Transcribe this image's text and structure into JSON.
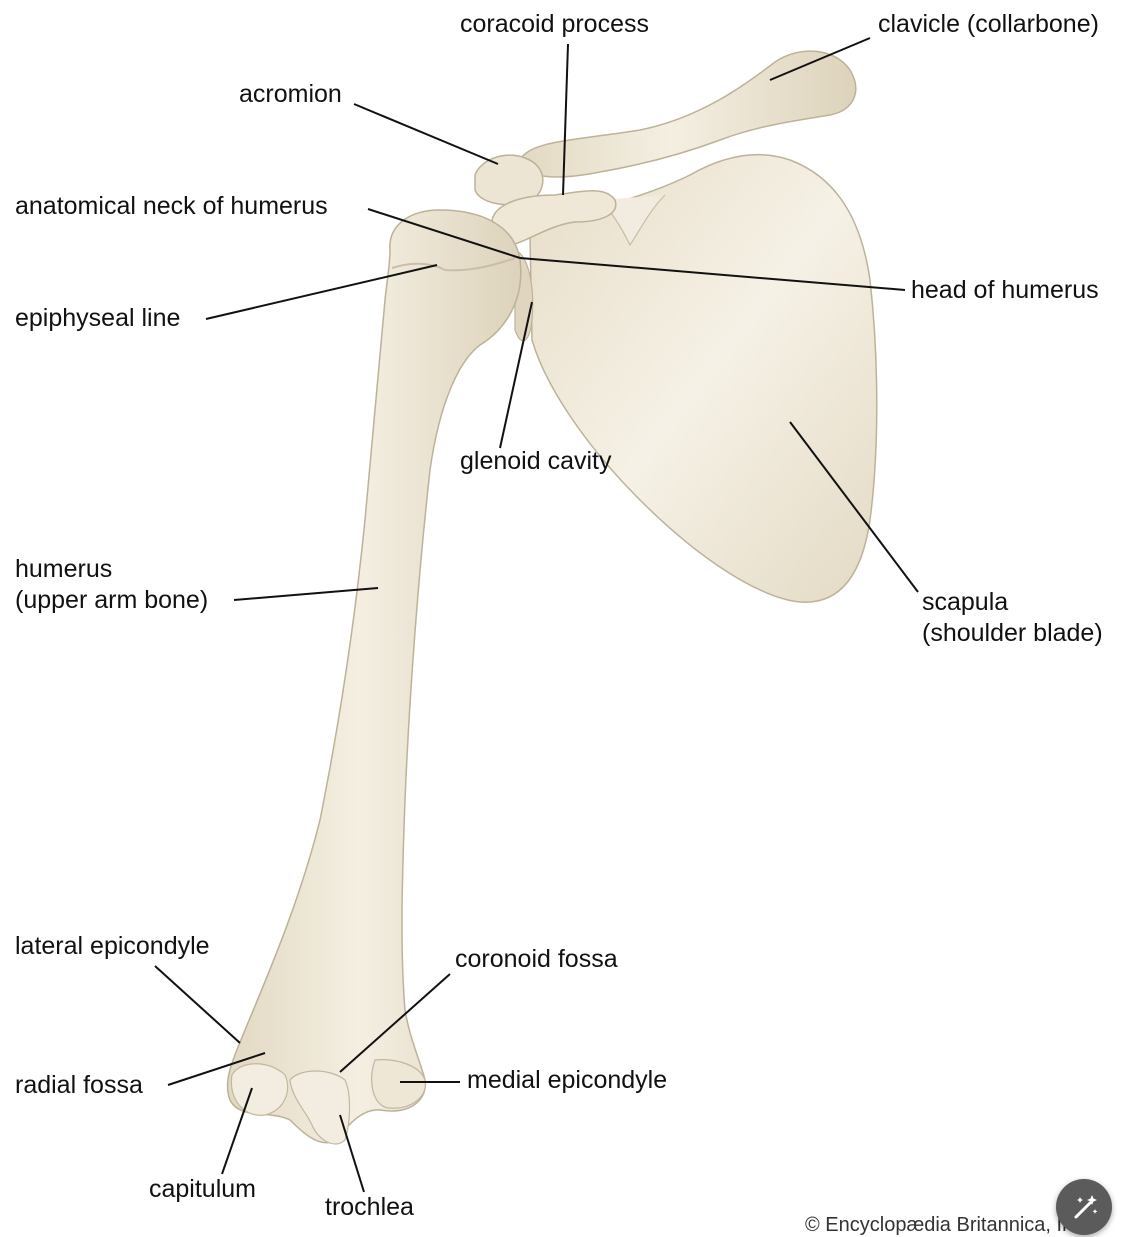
{
  "labels": {
    "coracoid_process": "coracoid process",
    "clavicle": "clavicle (collarbone)",
    "acromion": "acromion",
    "anatomical_neck": "anatomical neck of humerus",
    "head_of_humerus": "head of humerus",
    "epiphyseal_line": "epiphyseal line",
    "glenoid_cavity": "glenoid cavity",
    "humerus": "humerus",
    "humerus_sub": "(upper arm bone)",
    "scapula": "scapula",
    "scapula_sub": "(shoulder blade)",
    "lateral_epicondyle": "lateral epicondyle",
    "coronoid_fossa": "coronoid fossa",
    "radial_fossa": "radial fossa",
    "medial_epicondyle": "medial epicondyle",
    "capitulum": "capitulum",
    "trochlea": "trochlea"
  },
  "copyright": "© Encyclopædia Britannica, Inc.",
  "colors": {
    "bone": "#efe9d9",
    "bone_shade": "#d9d0b8",
    "bone_outline": "#b9ae95",
    "label_text": "#111111"
  },
  "icons": {
    "fab": "magic-wand-icon"
  }
}
